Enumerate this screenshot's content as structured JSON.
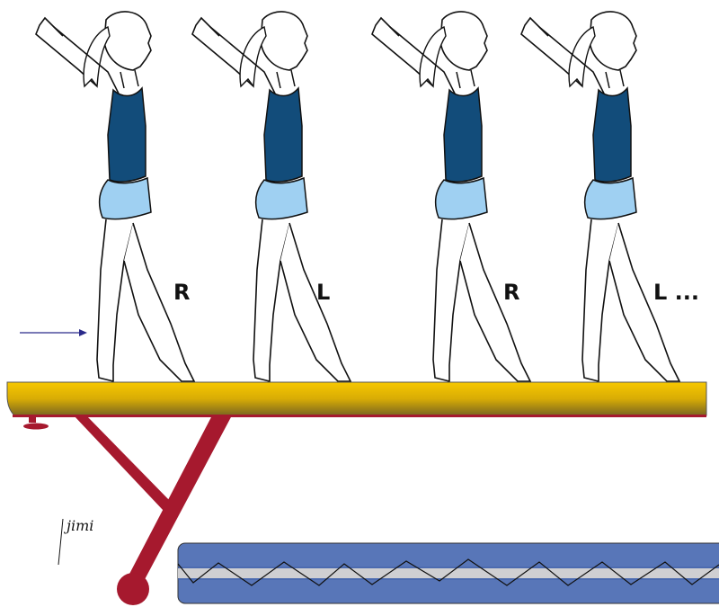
{
  "labels": [
    "R",
    "L",
    "R",
    "L ..."
  ],
  "signature": "jimi",
  "colors": {
    "leotard": "#124c7a",
    "shorts": "#9fd0f2",
    "beam_top": "#f7c800",
    "beam_bottom": "#7a6620",
    "legs": "#a6192e",
    "mat": "#5876b8",
    "mat_stripe": "#cfcfd2",
    "arrow": "#2a2a8a"
  }
}
